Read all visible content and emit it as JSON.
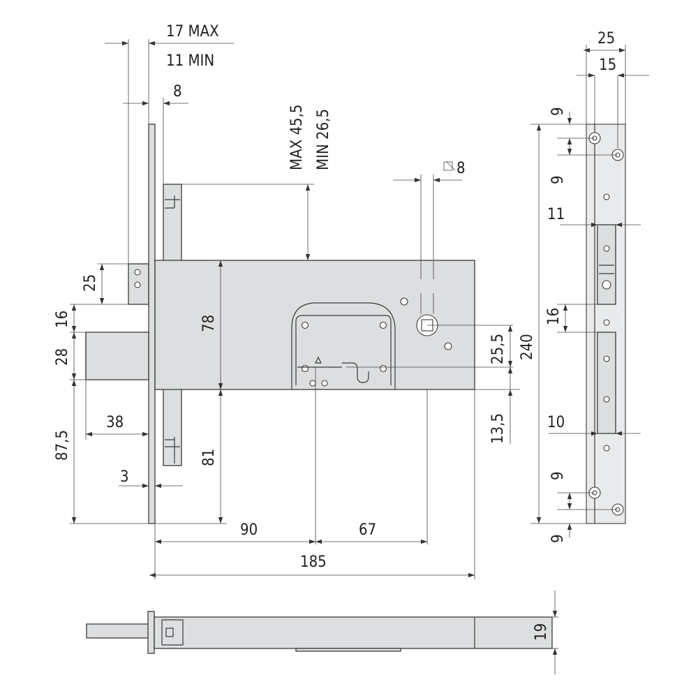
{
  "diagram": {
    "dimensions": {
      "backset_max": "17 MAX",
      "backset_min": "11 MIN",
      "faceplate_offset": "8",
      "case_top_max": "MAX 45,5",
      "case_top_min": "MIN 26,5",
      "spindle_square": "8",
      "bolt_upper": "25",
      "bolt_gap": "16",
      "bolt_height": "28",
      "lower_offset": "87,5",
      "bolt_throw": "38",
      "faceplate_thickness": "3",
      "case_height": "78",
      "lower_length": "81",
      "left_to_key": "90",
      "key_to_spindle": "67",
      "total_length": "185",
      "spindle_to_key": "25,5",
      "key_below": "13,5",
      "plate_length": "240",
      "plate_width": "25",
      "plate_inner": "15",
      "hole_top_a": "9",
      "hole_top_b": "9",
      "slot_upper": "11",
      "slot_mid": "16",
      "slot_lower": "10",
      "hole_bot_a": "9",
      "hole_bot_b": "9",
      "case_depth": "19"
    }
  }
}
